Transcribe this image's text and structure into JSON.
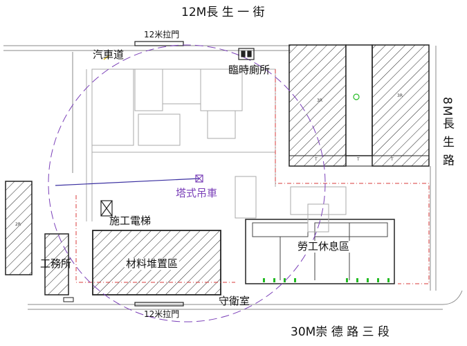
{
  "roads": {
    "top": "12M長 生 一 街",
    "right": "8M長 生 路",
    "bottom": "30M崇 德 路 三 段"
  },
  "gates": {
    "top": "12米拉門",
    "bottom": "12米拉門"
  },
  "facilities": {
    "driveway": "汽車道",
    "toilet": "臨時廁所",
    "tower_crane": "塔式吊車",
    "construction_elevator": "施工電梯",
    "site_office": "工務所",
    "material_yard": "材料堆置區",
    "worker_rest_area": "勞工休息區",
    "guard_room": "守衛室"
  },
  "building_tags": {
    "left": "2R",
    "right_a": "3R",
    "right_b": "3R",
    "t1": "T",
    "t2": "T",
    "t3": "T"
  },
  "colors": {
    "crane": "#7a3fb8",
    "site_boundary": "#d93a3a",
    "hatch": "#222222",
    "marker_green": "#22bb22"
  }
}
